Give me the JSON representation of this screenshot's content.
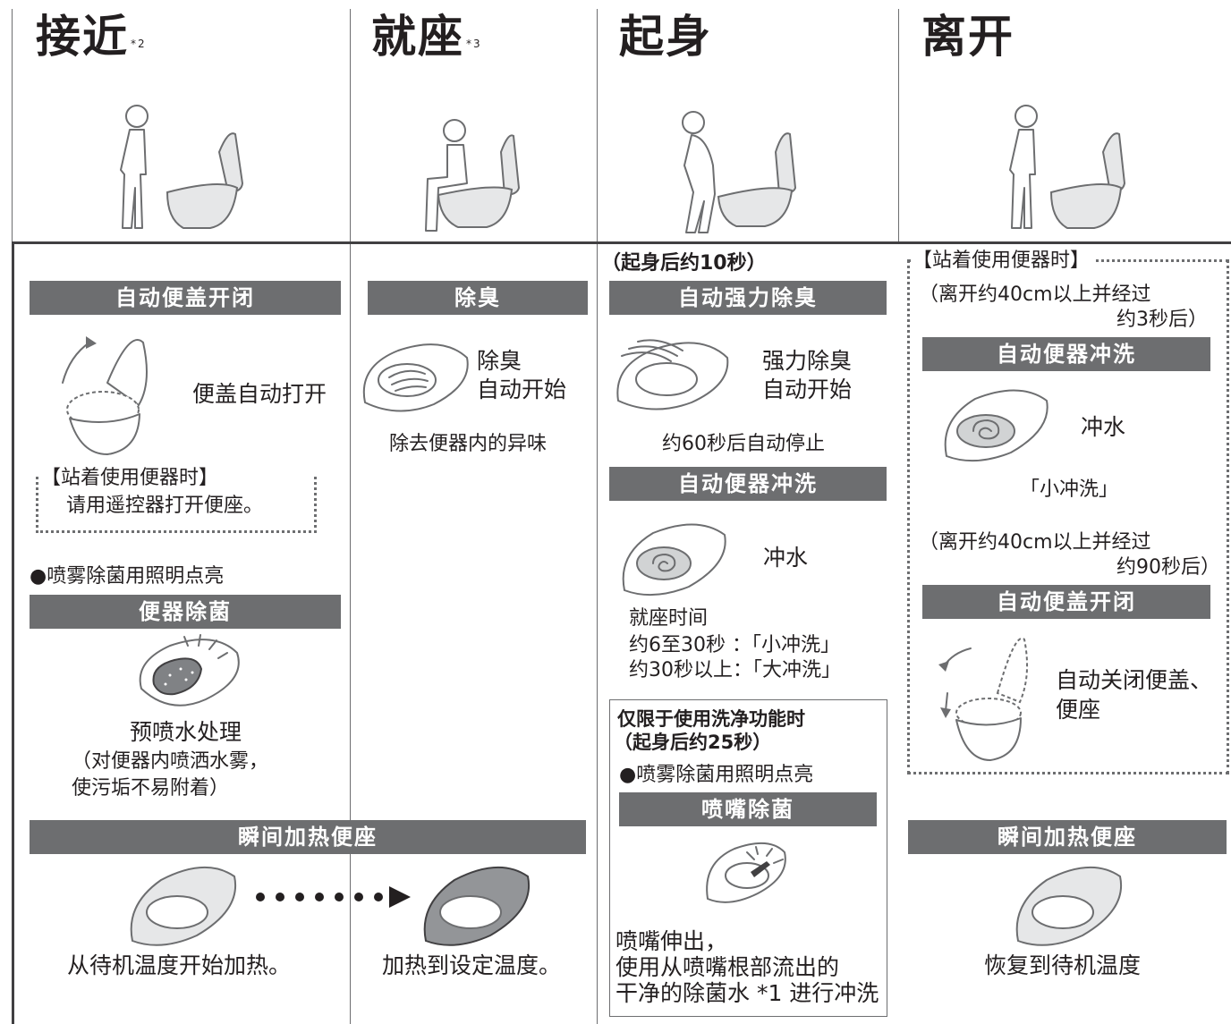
{
  "columns": {
    "approach": {
      "title": "接近",
      "note": "*2"
    },
    "sit": {
      "title": "就座",
      "note": "*3"
    },
    "stand": {
      "title": "起身"
    },
    "leave": {
      "title": "离开"
    }
  },
  "col1": {
    "bar_lid": "自动便盖开闭",
    "lid_open_text": "便盖自动打开",
    "standing_head": "【站着使用便器时】",
    "standing_body": "请用遥控器打开便座。",
    "light_on": "●喷雾除菌用照明点亮",
    "bar_sterilize": "便器除菌",
    "prespray_title": "预喷水处理",
    "prespray_line1": "（对便器内喷洒水雾，",
    "prespray_line2": "使污垢不易附着）"
  },
  "col2": {
    "bar_deodor": "除臭",
    "deodor_line1": "除臭",
    "deodor_line2": "自动开始",
    "deodor_desc": "除去便器内的异味"
  },
  "col3": {
    "after_stand": "（起身后约10秒）",
    "bar_strong": "自动强力除臭",
    "strong_line1": "强力除臭",
    "strong_line2": "自动开始",
    "strong_stop": "约60秒后自动停止",
    "bar_flush": "自动便器冲洗",
    "flush_text": "冲水",
    "sit_time": "就座时间",
    "sit_small": "约6至30秒 ：「小冲洗」",
    "sit_large": "约30秒以上：「大冲洗」",
    "wash_only": "仅限于使用洗净功能时",
    "wash_after": "（起身后约25秒）",
    "light_on": "●喷雾除菌用照明点亮",
    "bar_nozzle": "喷嘴除菌",
    "nozzle_line1": "喷嘴伸出，",
    "nozzle_line2": "使用从喷嘴根部流出的",
    "nozzle_line3": "干净的除菌水 *1 进行冲洗"
  },
  "col4": {
    "standing_head": "【站着使用便器时】",
    "leave1_line1": "（离开约40cm以上并经过",
    "leave1_line2": "约3秒后）",
    "bar_flush": "自动便器冲洗",
    "flush_text": "冲水",
    "small_flush": "「小冲洗」",
    "leave2_line1": "（离开约40cm以上并经过",
    "leave2_line2": "约90秒后）",
    "bar_lid": "自动便盖开闭",
    "close_line1": "自动关闭便盖、",
    "close_line2": "便座"
  },
  "seat_heat": {
    "bar": "瞬间加热便座",
    "start": "从待机温度开始加热。",
    "target": "加热到设定温度。",
    "bar_right": "瞬间加热便座",
    "restore": "恢复到待机温度"
  }
}
